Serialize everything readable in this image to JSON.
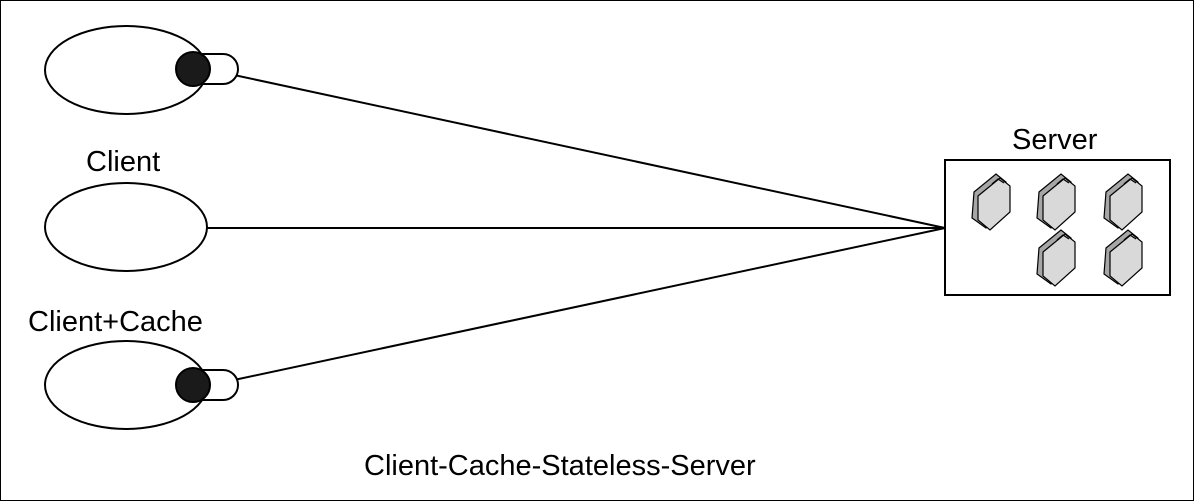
{
  "labels": {
    "server": "Server",
    "client": "Client",
    "client_cache": "Client+Cache",
    "caption": "Client-Cache-Stateless-Server"
  },
  "colors": {
    "stroke": "#000000",
    "cache_fill": "#1a1a1a",
    "folder_fill": "#d9d9d9",
    "folder_back": "#a6a6a6",
    "background": "#ffffff"
  },
  "icons": {
    "folder": "folder-icon",
    "cache": "cache-icon"
  }
}
